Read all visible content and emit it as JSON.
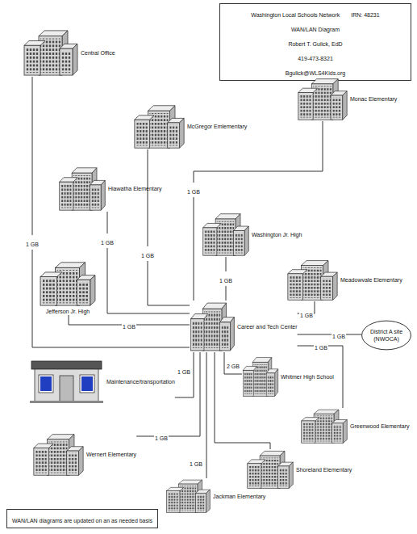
{
  "diagram": {
    "nodes": [
      {
        "text": [
          "Washington Local Schools Network",
          "IRN: 48231",
          "WAN/LAN Diagram",
          "Robert T. Gulick, EdD",
          "419-473-8321",
          "Bgulick@WLS4Kids.org"
        ]
      },
      {
        "text": [
          "Central Office"
        ]
      },
      {
        "text": [
          "Monac Elementary"
        ]
      },
      {
        "text": [
          "McGregor Emlementary"
        ]
      },
      {
        "text": [
          "Hiawatha Elementary"
        ]
      },
      {
        "text": [
          "Washington Jr. High"
        ]
      },
      {
        "text": [
          "Meadowvale Elementary"
        ]
      },
      {
        "text": [
          "Jefferson Jr. High"
        ]
      },
      {
        "text": [
          "Career and Tech Center"
        ]
      },
      {
        "text": [
          "District A site (NWOCA)"
        ]
      },
      {
        "text": [
          "Maintenance/transportation"
        ]
      },
      {
        "text": [
          "Whitmer High School"
        ]
      },
      {
        "text": [
          "Greenwood Elementary"
        ]
      },
      {
        "text": [
          "Wernert Elementary"
        ]
      },
      {
        "text": [
          "Shoreland Elementary"
        ]
      },
      {
        "text": [
          "Jackman Elementary"
        ]
      },
      {
        "text": [
          "WAN/LAN diagrams are updated on an as needed basis"
        ]
      }
    ],
    "edges": [
      {
        "from": 8,
        "to": 1,
        "arrow": "none",
        "label": "1 GB"
      },
      {
        "from": 8,
        "to": 2,
        "arrow": "none",
        "label": "1 GB"
      },
      {
        "from": 8,
        "to": 3,
        "arrow": "none",
        "label": "1 GB"
      },
      {
        "from": 8,
        "to": 4,
        "arrow": "none",
        "label": "1 GB"
      },
      {
        "from": 8,
        "to": 5,
        "arrow": "none",
        "label": "1 GB"
      },
      {
        "from": 8,
        "to": 6,
        "arrow": "none",
        "label": "1 GB"
      },
      {
        "from": 8,
        "to": 7,
        "arrow": "none",
        "label": "1 GB"
      },
      {
        "from": 8,
        "to": 9,
        "arrow": "none",
        "label": "1 GB"
      },
      {
        "from": 8,
        "to": 10,
        "arrow": "none",
        "label": "1 GB"
      },
      {
        "from": 8,
        "to": 11,
        "arrow": "none",
        "label": "2 GB"
      },
      {
        "from": 8,
        "to": 12,
        "arrow": "none",
        "label": "1 GB"
      },
      {
        "from": 8,
        "to": 13,
        "arrow": "none",
        "label": "1 GB"
      },
      {
        "from": 8,
        "to": 14,
        "arrow": "none"
      },
      {
        "from": 8,
        "to": 15,
        "arrow": "none",
        "label": "1 GB"
      }
    ]
  }
}
